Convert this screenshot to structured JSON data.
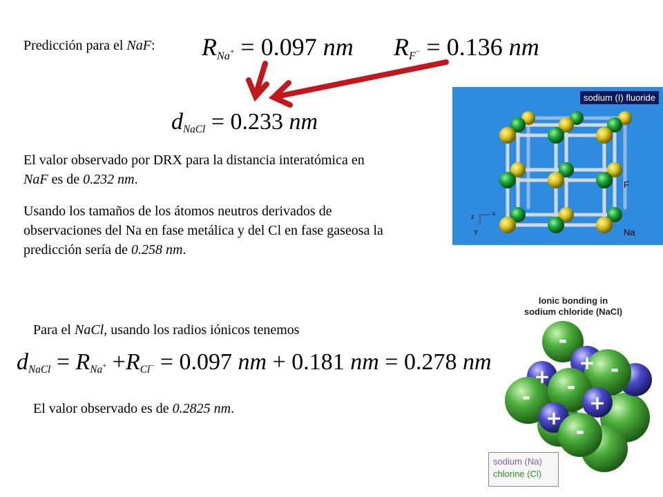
{
  "naf_prediction": {
    "label": "Predicción para el ",
    "label_formula": "NaF",
    "label_colon": ":",
    "r_na": {
      "symbol": "R",
      "sub": "Na",
      "sup": "+",
      "value": "= 0.097",
      "unit": "nm"
    },
    "r_f": {
      "symbol": "R",
      "sub": "F",
      "sup": "−",
      "value": "= 0.136",
      "unit": "nm"
    },
    "d_result": {
      "symbol": "d",
      "sub": "NaCl",
      "value": "= 0.233",
      "unit": "nm"
    }
  },
  "drx_observed": {
    "line1": "El valor observado por DRX para la distancia interatómica en",
    "formula": "NaF",
    "mid": " es de ",
    "value": "0.232 nm",
    "end": "."
  },
  "neutral_atoms": {
    "text": "Usando los tamaños de los átomos neutros derivados de observaciones del Na en fase metálica y del Cl en fase gaseosa la predicción sería de ",
    "value": "0.258 nm",
    "end": "."
  },
  "crystal_image": {
    "title": "sodium (I) fluoride",
    "label_f": "F",
    "label_na": "Na",
    "axis_x": "x",
    "axis_y": "y",
    "axis_z": "z",
    "colors": {
      "na": "#d8c41a",
      "f": "#1aa236",
      "rod": "#d9dde4",
      "background": "#2f8be0"
    }
  },
  "nacl_section": {
    "intro_pre": "Para el ",
    "intro_formula": "NaCl,",
    "intro_post": " usando los radios iónicos tenemos",
    "equation": {
      "d_symbol": "d",
      "d_sub": "NaCl",
      "eq1": "=",
      "r1_symbol": "R",
      "r1_sub": "Na",
      "r1_sup": "+",
      "plus": "+",
      "r2_symbol": "R",
      "r2_sub": "Cl",
      "r2_sup": "−",
      "eq2": "= 0.097",
      "unit1": "nm",
      "plus2": "+ 0.181",
      "unit2": "nm",
      "eq3": "= 0.278",
      "unit3": "nm"
    },
    "observed_pre": "El valor observado es de ",
    "observed_value": "0.2825 nm",
    "observed_end": "."
  },
  "ionic_image": {
    "title_line1": "Ionic bonding in",
    "title_line2": "sodium chloride (NaCl)",
    "legend_na": "sodium (Na)",
    "legend_cl": "chlorine (Cl)",
    "plus_sign": "+",
    "minus_sign": "-",
    "colors": {
      "na_text": "#7a5fb0",
      "cl_text": "#3a8a2a",
      "cl_sphere": "#4caf3c",
      "na_sphere": "#4a4acb"
    }
  },
  "arrow_color": "#c0181c"
}
